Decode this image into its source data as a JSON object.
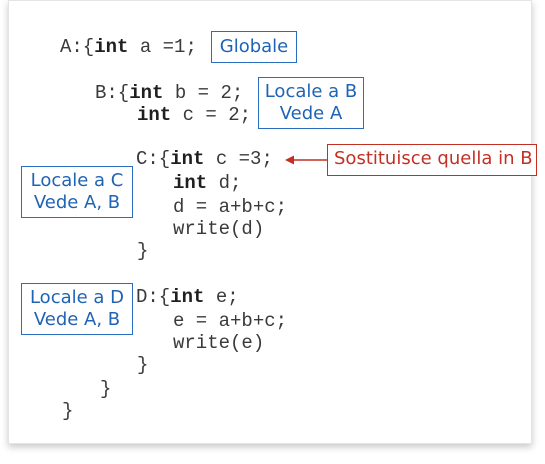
{
  "code": {
    "A_open": "A:{",
    "A_kw": "int",
    "A_rest": " a =1;",
    "B1_open": "B:{",
    "B1_kw": "int",
    "B1_rest": " b = 2;",
    "B2_kw": "int",
    "B2_rest": " c = 2;",
    "C1_open": "C:{",
    "C1_kw": "int",
    "C1_rest": " c =3;",
    "C2_kw": "int",
    "C2_rest": " d;",
    "C3": "d = a+b+c;",
    "C4": "write(d)",
    "C_close": "}",
    "D1_open": "D:{",
    "D1_kw": "int",
    "D1_rest": " e;",
    "D2": "e = a+b+c;",
    "D3": "write(e)",
    "D_close": "}",
    "B_close": "}",
    "A_close": "}"
  },
  "annotations": {
    "globale": "Globale",
    "locale_b_1": "Locale a B",
    "locale_b_2": "Vede A",
    "locale_c_1": "Locale a C",
    "locale_c_2": "Vede A, B",
    "locale_d_1": "Locale a D",
    "locale_d_2": "Vede A, B",
    "sostituisce": "Sostituisce quella in B"
  },
  "colors": {
    "blue_annotation": "#1f63b5",
    "red_annotation": "#c23024"
  }
}
